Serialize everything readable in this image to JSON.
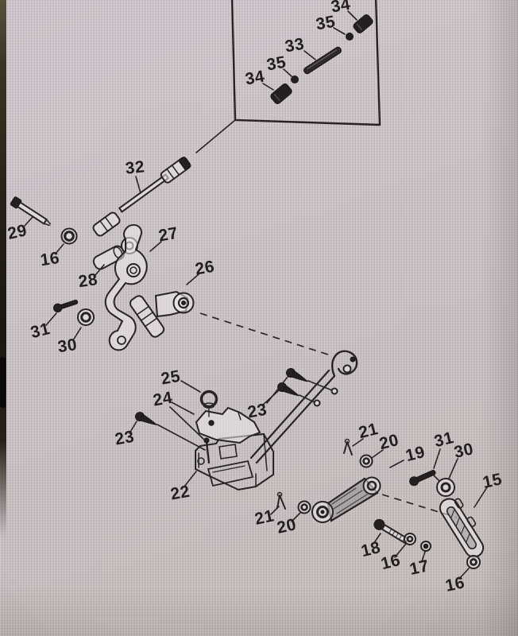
{
  "diagram": {
    "description": "Exploded parts diagram photographed on a computer screen",
    "ink_color": "#282324",
    "screen_tint": "#c9c0c4",
    "labels": [
      {
        "text": "34"
      },
      {
        "text": "35"
      },
      {
        "text": "33"
      },
      {
        "text": "35"
      },
      {
        "text": "34"
      },
      {
        "text": "32"
      },
      {
        "text": "29"
      },
      {
        "text": "16"
      },
      {
        "text": "27"
      },
      {
        "text": "28"
      },
      {
        "text": "26"
      },
      {
        "text": "31"
      },
      {
        "text": "30"
      },
      {
        "text": "25"
      },
      {
        "text": "24"
      },
      {
        "text": "23"
      },
      {
        "text": "23"
      },
      {
        "text": "22"
      },
      {
        "text": "21"
      },
      {
        "text": "20"
      },
      {
        "text": "19"
      },
      {
        "text": "31"
      },
      {
        "text": "30"
      },
      {
        "text": "15"
      },
      {
        "text": "21"
      },
      {
        "text": "20"
      },
      {
        "text": "18"
      },
      {
        "text": "16"
      },
      {
        "text": "17"
      },
      {
        "text": "16"
      }
    ]
  }
}
